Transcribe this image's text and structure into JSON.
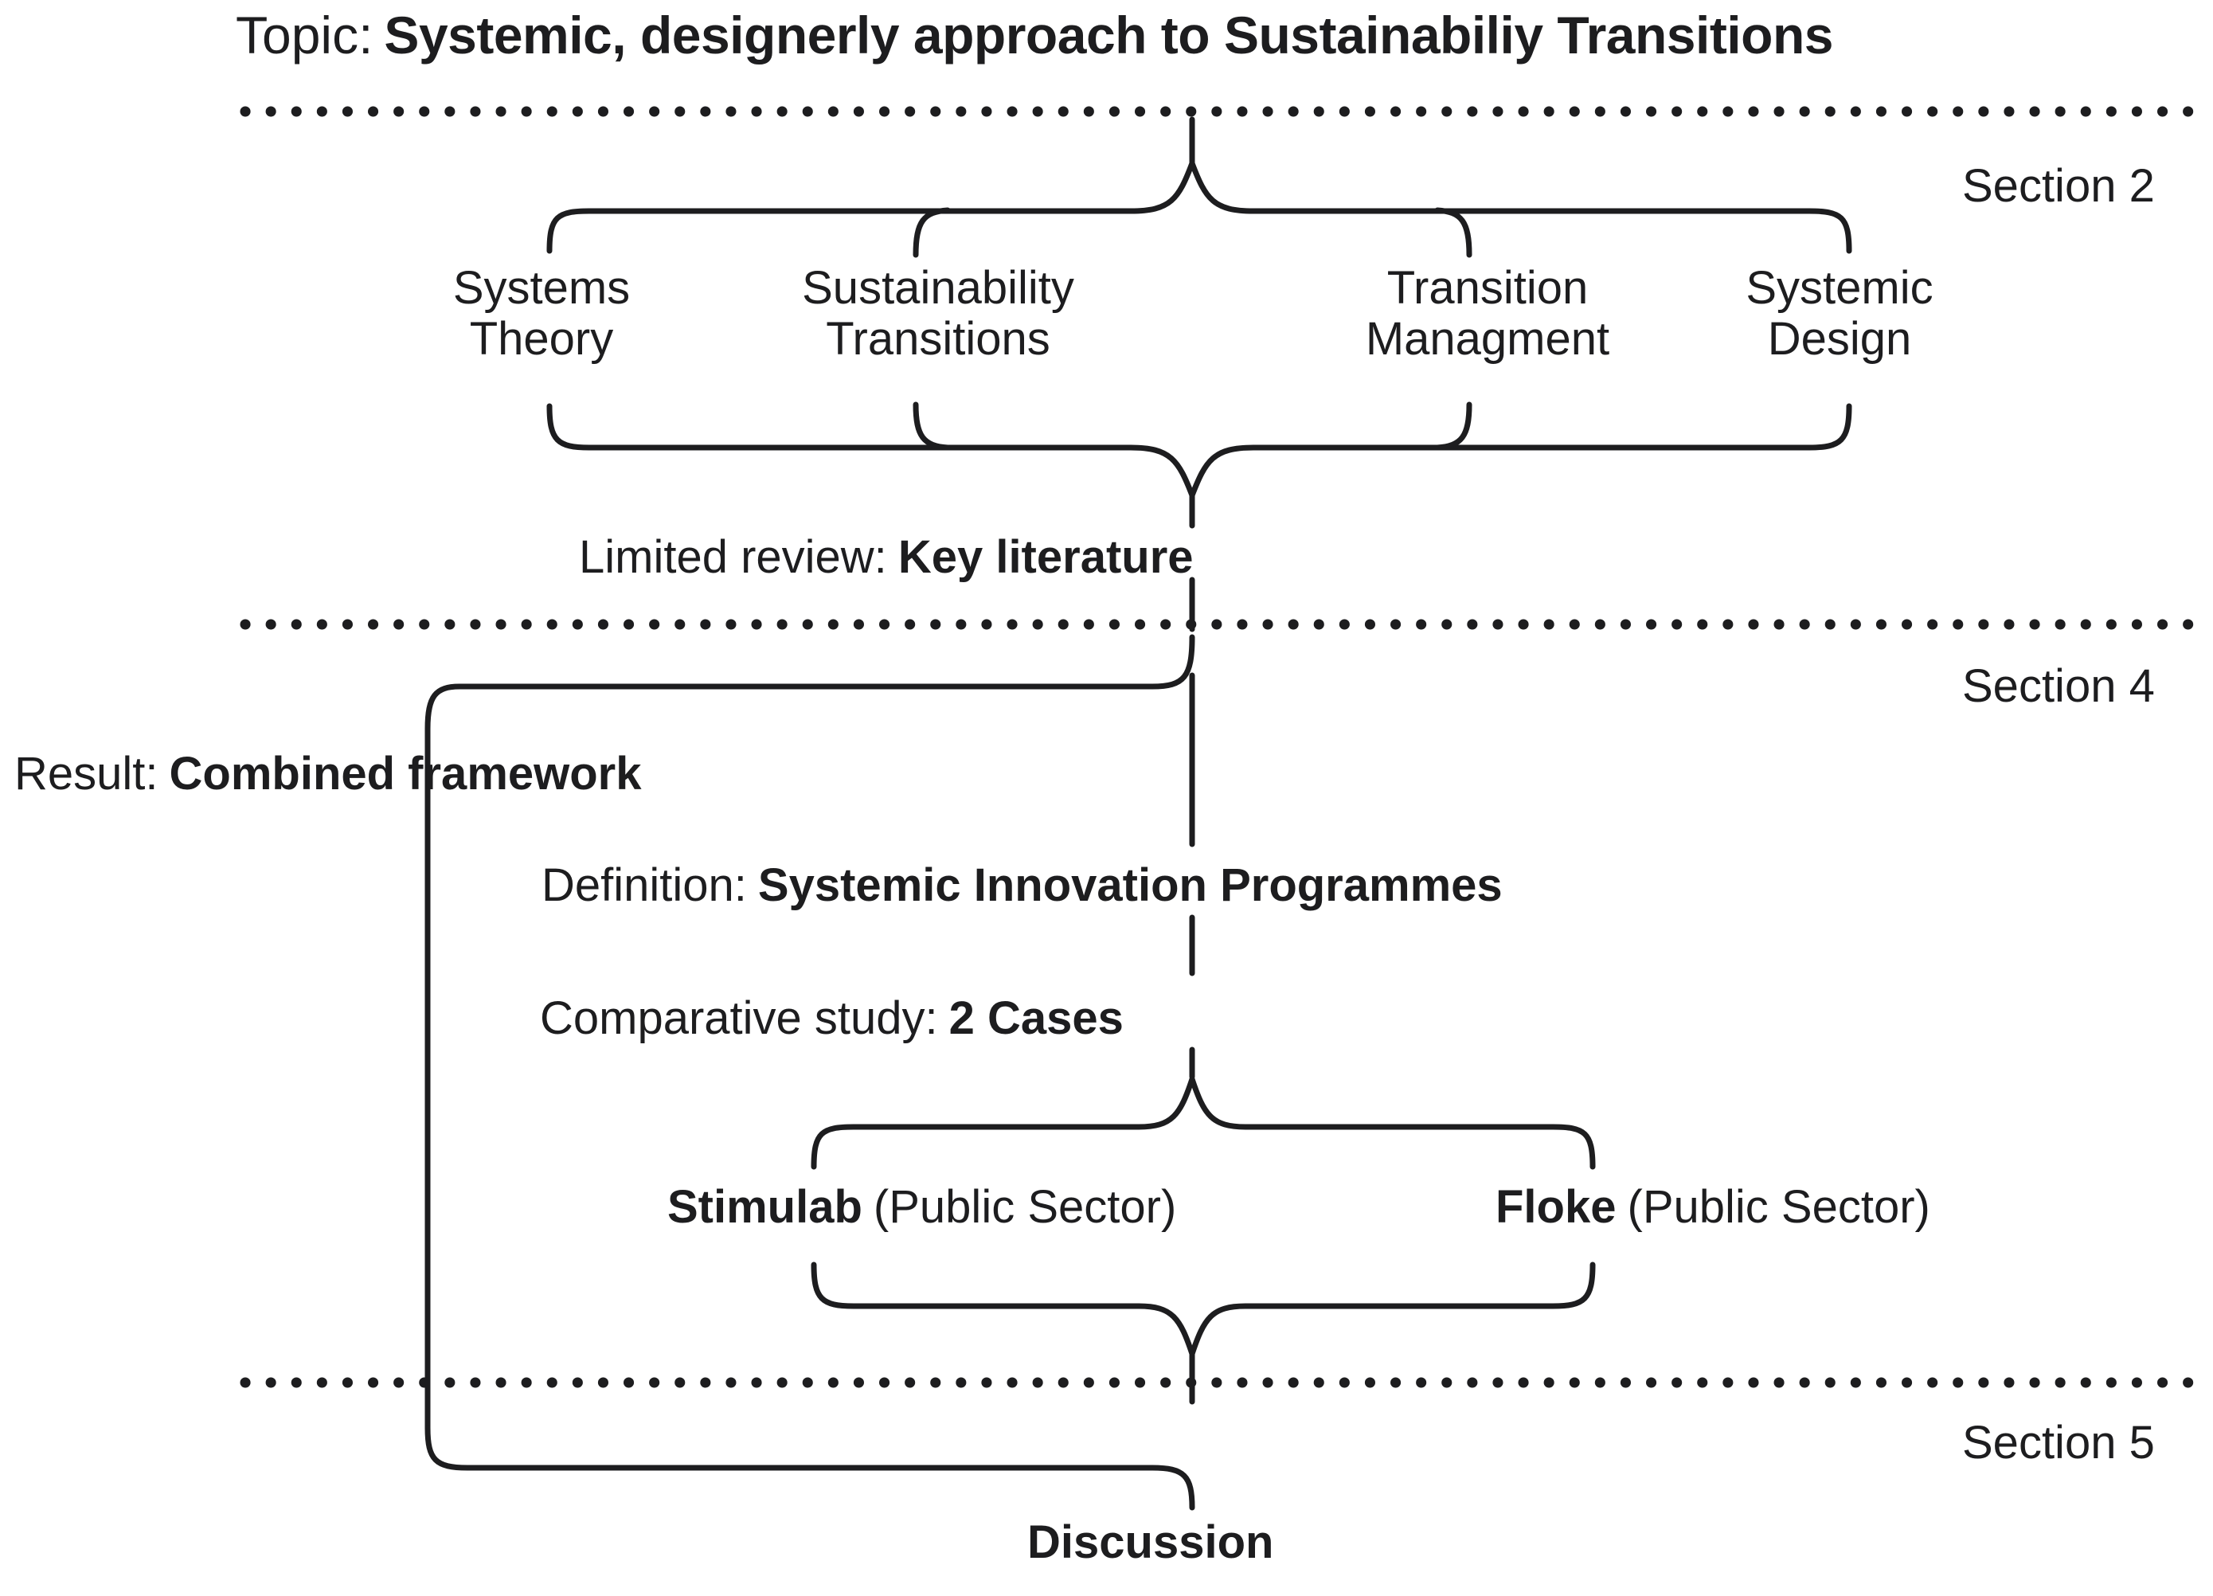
{
  "topic": {
    "prefix": "Topic:",
    "value": "Systemic, designerly approach to Sustainabiliy Transitions"
  },
  "sections": [
    {
      "label": "Section 2"
    },
    {
      "label": "Section 4"
    },
    {
      "label": "Section 5"
    }
  ],
  "pillars": [
    {
      "line1": "Systems",
      "line2": "Theory"
    },
    {
      "line1": "Sustainability",
      "line2": "Transitions"
    },
    {
      "line1": "Transition",
      "line2": "Managment"
    },
    {
      "line1": "Systemic",
      "line2": "Design"
    }
  ],
  "limited_review": {
    "prefix": "Limited review:",
    "value": "Key literature"
  },
  "result": {
    "prefix": "Result:",
    "value": "Combined framework"
  },
  "definition": {
    "prefix": "Definition:",
    "value": "Systemic Innovation Programmes"
  },
  "comparative_study": {
    "prefix": "Comparative study:",
    "value": "2 Cases"
  },
  "cases": [
    {
      "name": "Stimulab",
      "sector": "(Public Sector)"
    },
    {
      "name": "Floke",
      "sector": "(Public Sector)"
    }
  ],
  "discussion": {
    "label": "Discussion"
  },
  "colors": {
    "text": "#1d1d1f",
    "stroke": "#1d1d1f",
    "background": "#ffffff"
  }
}
